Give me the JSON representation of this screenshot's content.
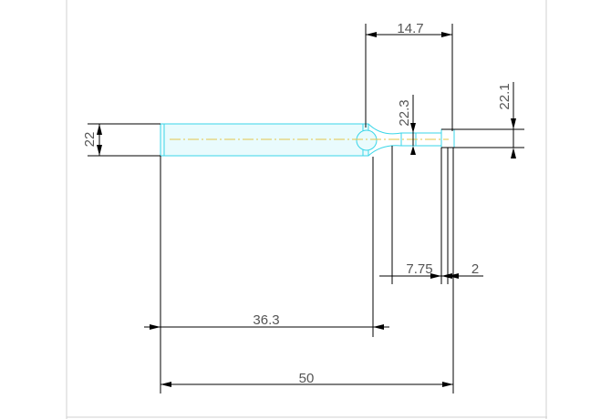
{
  "drawing": {
    "colors": {
      "part_outline": "#3ad6e8",
      "center_line": "#e3c64a",
      "dimension": "#000000",
      "dimension_text": "#555555",
      "background": "#ffffff"
    },
    "dimensions": {
      "top_width": "14.7",
      "right_diameter": "22.1",
      "neck_diameter": "22.3",
      "left_diameter": "22",
      "groove_length": "7.75",
      "end_length": "2",
      "shaft_length": "36.3",
      "overall_length": "50"
    }
  }
}
